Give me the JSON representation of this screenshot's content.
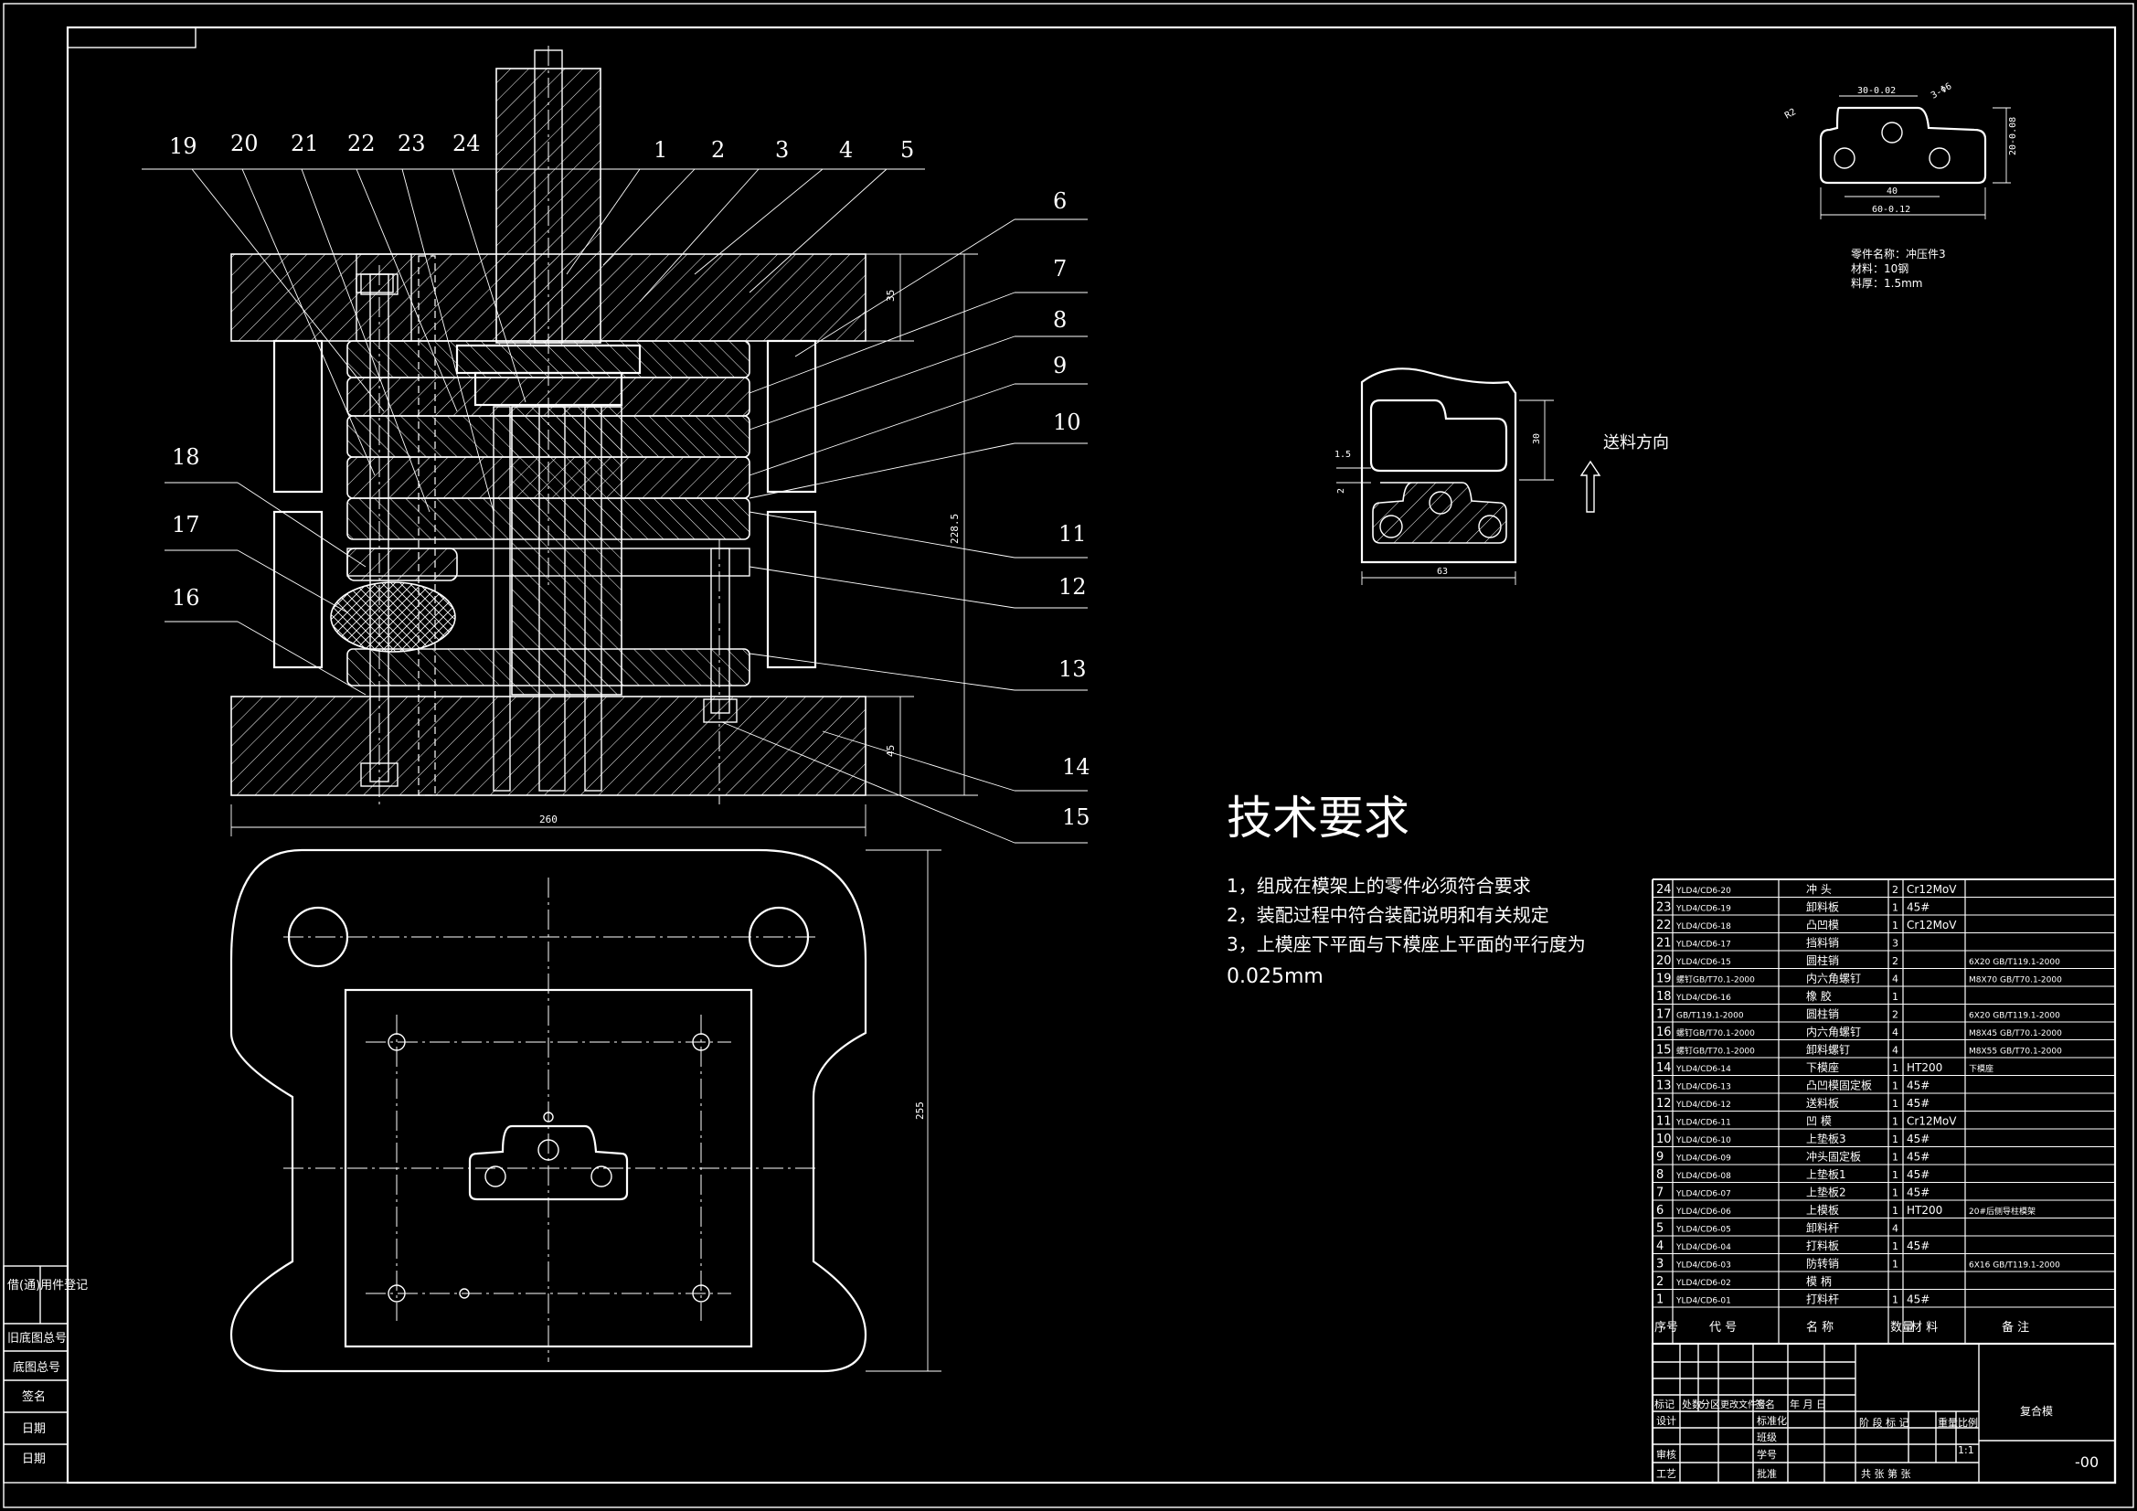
{
  "callouts": [
    "1",
    "2",
    "3",
    "4",
    "5",
    "6",
    "7",
    "8",
    "9",
    "10",
    "11",
    "12",
    "13",
    "14",
    "15",
    "16",
    "17",
    "18",
    "19",
    "20",
    "21",
    "22",
    "23",
    "24"
  ],
  "dimensions": {
    "top_thickness": "35",
    "bottom_thickness": "45",
    "total_height": "228.5",
    "base_width": "260",
    "plan_depth": "255",
    "strip_width": "63",
    "strip_height": "30",
    "strip_gap": "2",
    "strip_side": "1.5",
    "part_top": "30-0.02",
    "part_width": "60-0.12",
    "part_pitch": "40",
    "part_height": "20-0.08",
    "part_hole": "3-Φ6",
    "part_radius": "R2"
  },
  "feed_direction": "送料方向",
  "part_info": [
    "零件名称：冲压件3",
    "材料：10钢",
    "料厚：1.5mm"
  ],
  "tech": {
    "title": "技术要求",
    "items": [
      "1，组成在模架上的零件必须符合要求",
      "2，装配过程中符合装配说明和有关规定",
      "3，上模座下平面与下模座上平面的平行度为",
      "0.025mm"
    ]
  },
  "bom": {
    "rows": [
      [
        "24",
        "YLD4/CD6-20",
        "冲  头",
        "2",
        "Cr12MoV",
        ""
      ],
      [
        "23",
        "YLD4/CD6-19",
        "卸料板",
        "1",
        "45#",
        ""
      ],
      [
        "22",
        "YLD4/CD6-18",
        "凸凹模",
        "1",
        "Cr12MoV",
        ""
      ],
      [
        "21",
        "YLD4/CD6-17",
        "挡料销",
        "3",
        "",
        ""
      ],
      [
        "20",
        "YLD4/CD6-15",
        "圆柱销",
        "2",
        "",
        "6X20 GB/T119.1-2000"
      ],
      [
        "19",
        "螺钉GB/T70.1-2000",
        "内六角螺钉",
        "4",
        "",
        "M8X70 GB/T70.1-2000"
      ],
      [
        "18",
        "YLD4/CD6-16",
        "橡  胶",
        "1",
        "",
        ""
      ],
      [
        "17",
        "GB/T119.1-2000",
        "圆柱销",
        "2",
        "",
        "6X20 GB/T119.1-2000"
      ],
      [
        "16",
        "螺钉GB/T70.1-2000",
        "内六角螺钉",
        "4",
        "",
        "M8X45 GB/T70.1-2000"
      ],
      [
        "15",
        "螺钉GB/T70.1-2000",
        "卸料螺钉",
        "4",
        "",
        "M8X55 GB/T70.1-2000"
      ],
      [
        "14",
        "YLD4/CD6-14",
        "下模座",
        "1",
        "HT200",
        "下模座"
      ],
      [
        "13",
        "YLD4/CD6-13",
        "凸凹模固定板",
        "1",
        "45#",
        ""
      ],
      [
        "12",
        "YLD4/CD6-12",
        "送料板",
        "1",
        "45#",
        ""
      ],
      [
        "11",
        "YLD4/CD6-11",
        "凹  模",
        "1",
        "Cr12MoV",
        ""
      ],
      [
        "10",
        "YLD4/CD6-10",
        "上垫板3",
        "1",
        "45#",
        ""
      ],
      [
        "9",
        "YLD4/CD6-09",
        "冲头固定板",
        "1",
        "45#",
        ""
      ],
      [
        "8",
        "YLD4/CD6-08",
        "上垫板1",
        "1",
        "45#",
        ""
      ],
      [
        "7",
        "YLD4/CD6-07",
        "上垫板2",
        "1",
        "45#",
        ""
      ],
      [
        "6",
        "YLD4/CD6-06",
        "上模板",
        "1",
        "HT200",
        "20#后侧导柱模架"
      ],
      [
        "5",
        "YLD4/CD6-05",
        "卸料杆",
        "4",
        "",
        ""
      ],
      [
        "4",
        "YLD4/CD6-04",
        "打料板",
        "1",
        "45#",
        ""
      ],
      [
        "3",
        "YLD4/CD6-03",
        "防转销",
        "1",
        "",
        "6X16 GB/T119.1-2000"
      ],
      [
        "2",
        "YLD4/CD6-02",
        "模  柄",
        "",
        "",
        ""
      ],
      [
        "1",
        "YLD4/CD6-01",
        "打料杆",
        "1",
        "45#",
        ""
      ]
    ],
    "headers": [
      "序号",
      "代  号",
      "名  称",
      "数量",
      "材  料",
      "备  注"
    ]
  },
  "title_block": {
    "rev_headers": [
      "标记",
      "处数",
      "分区",
      "更改文件号",
      "签名",
      "年 月 日"
    ],
    "roles": [
      "设计",
      "审核",
      "工艺"
    ],
    "std": [
      "标准化",
      "班级",
      "学号",
      "批准"
    ],
    "stage_headers": [
      "阶 段 标 记",
      "重量",
      "比例"
    ],
    "scale": "1:1",
    "sheet": "共   张  第   张",
    "name": "复合模",
    "code": "-00"
  },
  "side_labels": [
    "借(通)用件登记",
    "旧底图总号",
    "底图总号",
    "签名",
    "日期",
    "日期"
  ]
}
